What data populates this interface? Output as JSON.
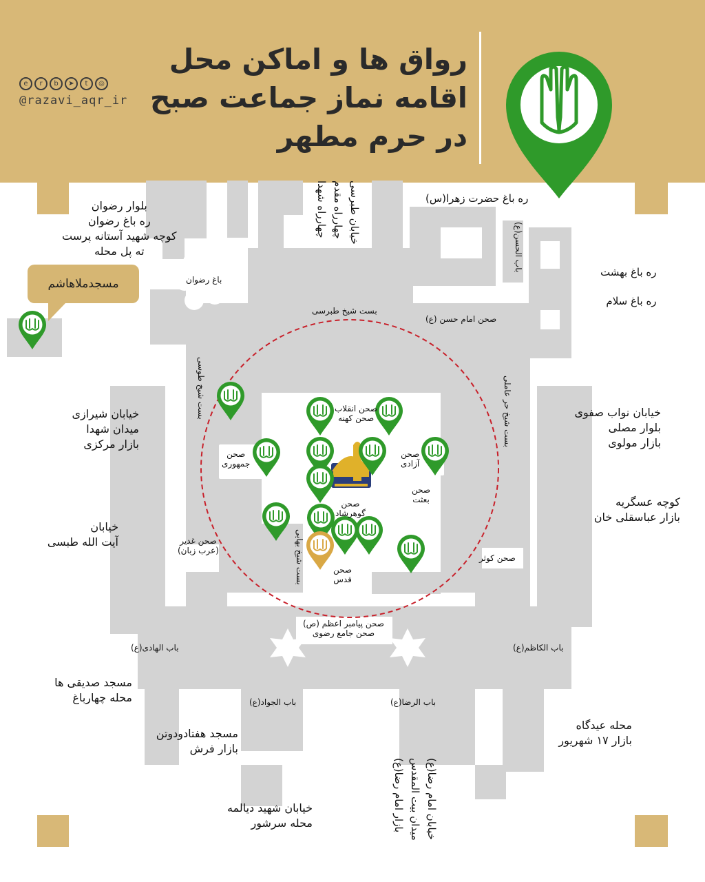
{
  "header": {
    "title_lines": [
      "رواق ها و اماکن محل",
      "اقامه نماز جماعت صبح",
      "در حرم مطهر"
    ],
    "handle": "@razavi_aqr_ir",
    "social_icons": [
      "eitaa-icon",
      "rubika-icon",
      "bale-icon",
      "telegram-icon",
      "twitter-icon",
      "instagram-icon"
    ]
  },
  "colors": {
    "header_bg": "#d8b877",
    "map_gray": "#d3d3d3",
    "pin_green": "#2f9a2a",
    "pin_orange": "#d9a845",
    "circle_red": "#c8202a"
  },
  "callout": {
    "label": "مسجدملاهاشم"
  },
  "labels": {
    "top_left_block": [
      "بلوار رضوان",
      "ره باغ رضوان",
      "کوچه شهید آستانه پرست",
      "ته پل محله"
    ],
    "bagh_razavan": "باغ رضوان",
    "top_vertical": [
      "خیابان طبرسی",
      "چهارراه مقدم",
      "چهارراه شهدا"
    ],
    "rah_bagh_zahra": "ره باغ حضرت زهرا(س)",
    "bab_hasan": "باب الحسن(ع)",
    "right_top": [
      "ره باغ بهشت",
      "ره باغ سلام"
    ],
    "bast_tabarsi": "بست شیخ طبرسی",
    "sahn_imam_hasan": "صحن امام حسن (ع)",
    "bast_toosi": "بست شیخ طوسی",
    "bast_horr_ameli": "بست شیخ حر عاملی",
    "left_mid": [
      "خیابان شیرازی",
      "میدان شهدا",
      "بازار مرکزی"
    ],
    "right_mid": [
      "خیابان نواب صفوی",
      "بلوار مصلی",
      "بازار مولوی"
    ],
    "sahn_enghelab": [
      "صحن انقلاب",
      "صحن کهنه"
    ],
    "sahn_jomhouri": [
      "صحن",
      "جمهوری"
    ],
    "sahn_azadi": [
      "صحن",
      "آزادی"
    ],
    "sahn_besat": [
      "صحن",
      "بعثت"
    ],
    "sahn_goharshad": [
      "صحن",
      "گوهرشاد"
    ],
    "right_mid2": [
      "کوچه عسگریه",
      "بازار عباسقلی خان"
    ],
    "left_mid2": [
      "خیابان",
      "آیت الله طبسی"
    ],
    "sahn_ghadir": [
      "صحن غدیر",
      "(عرب زبان)"
    ],
    "bast_bahaei": "بست شیخ بهایی",
    "sahn_ghods": [
      "صحن",
      "قدس"
    ],
    "sahn_kowsar": "صحن کوثر",
    "sahn_payambar": [
      "صحن پیامبر اعظم (ص)",
      "صحن جامع رضوی"
    ],
    "bab_hadi": "باب الهادی(ع)",
    "bab_kazem": "باب الکاظم(ع)",
    "left_low": [
      "مسجد صدیقی ها",
      "محله چهارباغ"
    ],
    "bab_javad": "باب الجواد(ع)",
    "bab_reza": "باب الرضا(ع)",
    "right_low": [
      "محله عیدگاه",
      "بازار ۱۷ شهریور"
    ],
    "left_low2": [
      "مسجد هفتادودوتن",
      "بازار فرش"
    ],
    "bottom_vertical": [
      "خیابان امام رضا(ع)",
      "میدان بیت المقدس",
      "بازار امام رضا(ع)"
    ],
    "bottom_left": [
      "خیابان شهید دیالمه",
      "محله سرشور"
    ]
  }
}
